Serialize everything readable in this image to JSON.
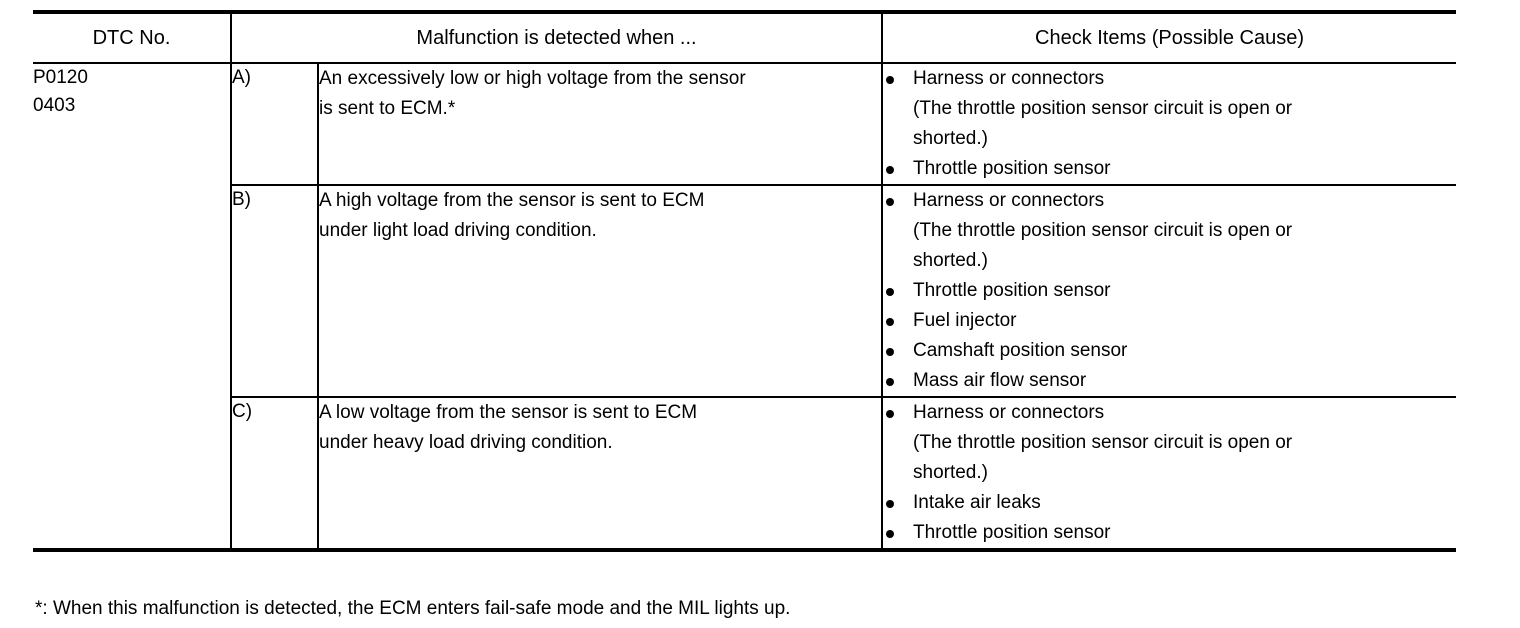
{
  "table": {
    "headers": {
      "dtc_no": "DTC No.",
      "malfunction": "Malfunction is detected when ...",
      "check_items": "Check Items (Possible Cause)"
    },
    "dtc": {
      "code_line1": "P0120",
      "code_line2": "0403"
    },
    "rows": [
      {
        "label": "A)",
        "description_line1": "An excessively low or high voltage from the sensor",
        "description_line2": "is sent to ECM.*",
        "check_items": [
          {
            "text": "Harness or connectors",
            "sub1": "(The throttle position sensor circuit is open or",
            "sub2": "shorted.)"
          },
          {
            "text": "Throttle position sensor"
          }
        ]
      },
      {
        "label": "B)",
        "description_line1": "A high voltage from the sensor is sent to ECM",
        "description_line2": "under light load driving condition.",
        "check_items": [
          {
            "text": "Harness or connectors",
            "sub1": "(The throttle position sensor circuit is open or",
            "sub2": "shorted.)"
          },
          {
            "text": "Throttle position sensor"
          },
          {
            "text": "Fuel injector"
          },
          {
            "text": "Camshaft position sensor"
          },
          {
            "text": "Mass air flow sensor"
          }
        ]
      },
      {
        "label": "C)",
        "description_line1": "A low voltage from the sensor is sent to ECM",
        "description_line2": "under heavy load driving condition.",
        "check_items": [
          {
            "text": "Harness or connectors",
            "sub1": "(The throttle position sensor circuit is open or",
            "sub2": "shorted.)"
          },
          {
            "text": "Intake air leaks"
          },
          {
            "text": "Throttle position sensor"
          }
        ]
      }
    ]
  },
  "footnote": "*: When this malfunction is detected, the ECM enters fail-safe mode and the MIL lights up."
}
